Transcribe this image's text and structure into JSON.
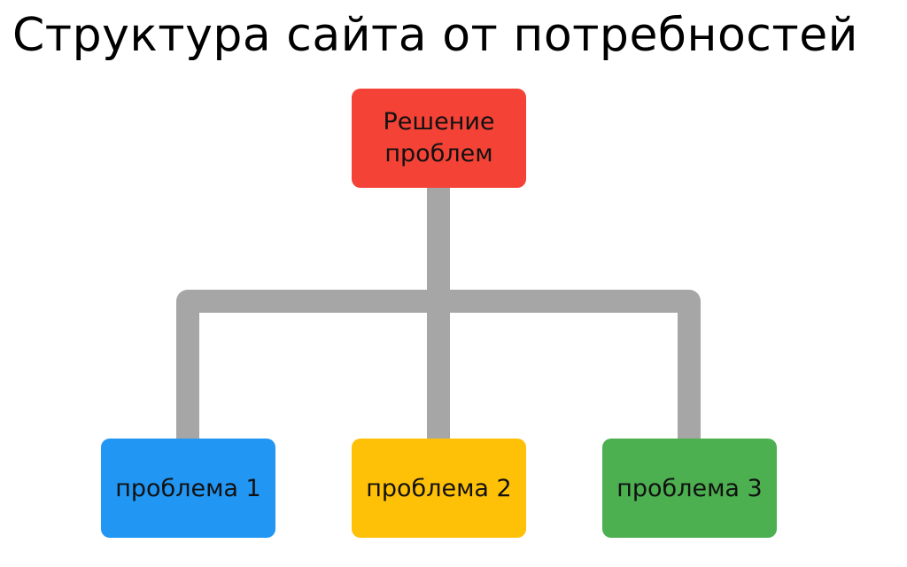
{
  "title": "Структура сайта от потребностей",
  "connector_color": "#a6a6a6",
  "root": {
    "label": "Решение проблем",
    "color": "#f44336"
  },
  "children": [
    {
      "label": "проблема 1",
      "color": "#2196f3"
    },
    {
      "label": "проблема 2",
      "color": "#ffc107"
    },
    {
      "label": "проблема 3",
      "color": "#4caf50"
    }
  ]
}
